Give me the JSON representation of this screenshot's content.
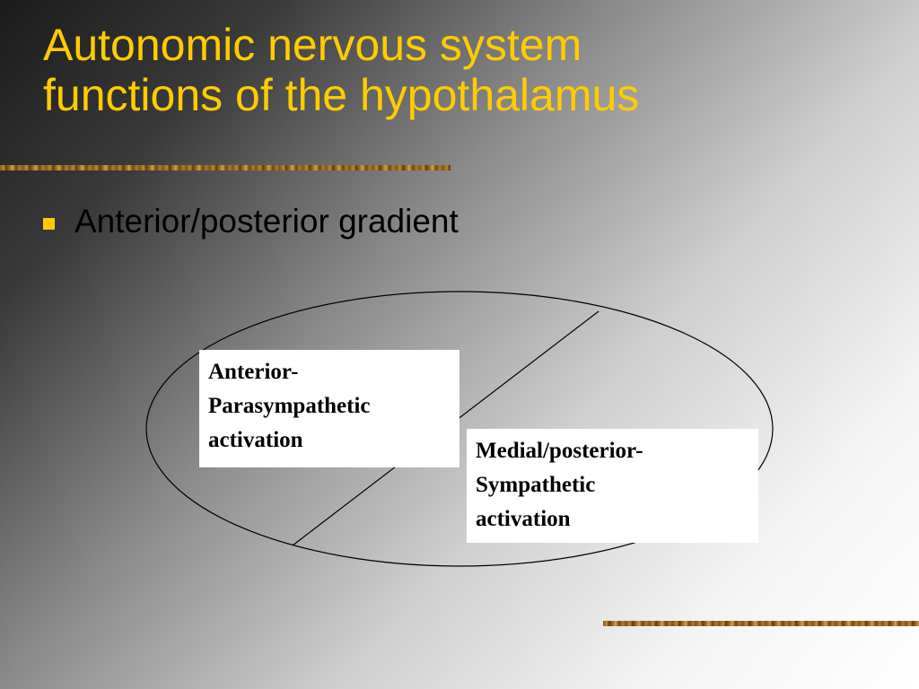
{
  "title": {
    "line1": "Autonomic nervous system",
    "line2": "functions of the hypothalamus"
  },
  "bullets": [
    {
      "text": "Anterior/posterior gradient"
    }
  ],
  "diagram": {
    "anterior_box": {
      "line1": "Anterior-",
      "line2": "Parasympathetic",
      "line3": "activation"
    },
    "posterior_box": {
      "line1": "Medial/posterior-",
      "line2": "Sympathetic",
      "line3": "activation"
    }
  },
  "colors": {
    "title": "#ffcc00",
    "bullet_marker": "#ffcc00",
    "text": "#000000",
    "label_box_background": "#ffffff"
  }
}
